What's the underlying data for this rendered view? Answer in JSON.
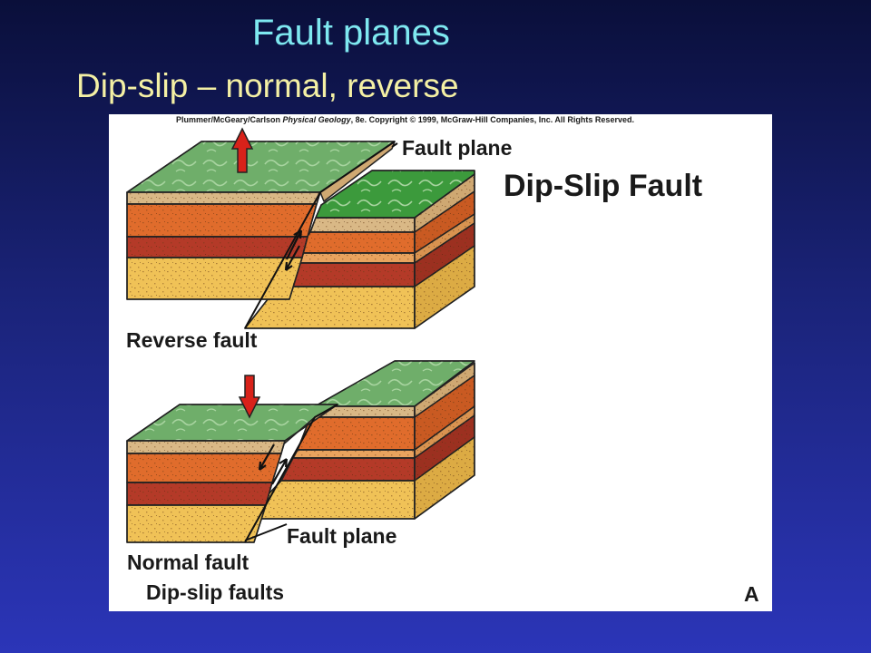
{
  "slide": {
    "title": "Fault planes",
    "subtitle": "Dip-slip – normal, reverse"
  },
  "figure": {
    "credit_authors": "Plummer/McGeary/Carlson ",
    "credit_book": "Physical Geology",
    "credit_rest": ", 8e.  Copyright © 1999, McGraw-Hill Companies, Inc. All Rights Reserved.",
    "heading": "Dip-Slip Fault",
    "reverse_fault_label": "Reverse fault",
    "normal_fault_label": "Normal fault",
    "fault_plane_top_label": "Fault plane",
    "fault_plane_bottom_label": "Fault plane",
    "caption": "Dip-slip faults",
    "panel_letter": "A"
  },
  "colors": {
    "title": "#7ee8f0",
    "subtitle": "#f4f0a4",
    "ground": "#6fae6a",
    "arrow": "#d8221a",
    "layer_tan": "#d9b886",
    "layer_orange": "#e06c2c",
    "layer_red": "#b43a28",
    "layer_yellow": "#f0c257"
  },
  "icons": {
    "uplift_arrow": "arrow-up-icon",
    "downdrop_arrow": "arrow-down-icon"
  }
}
